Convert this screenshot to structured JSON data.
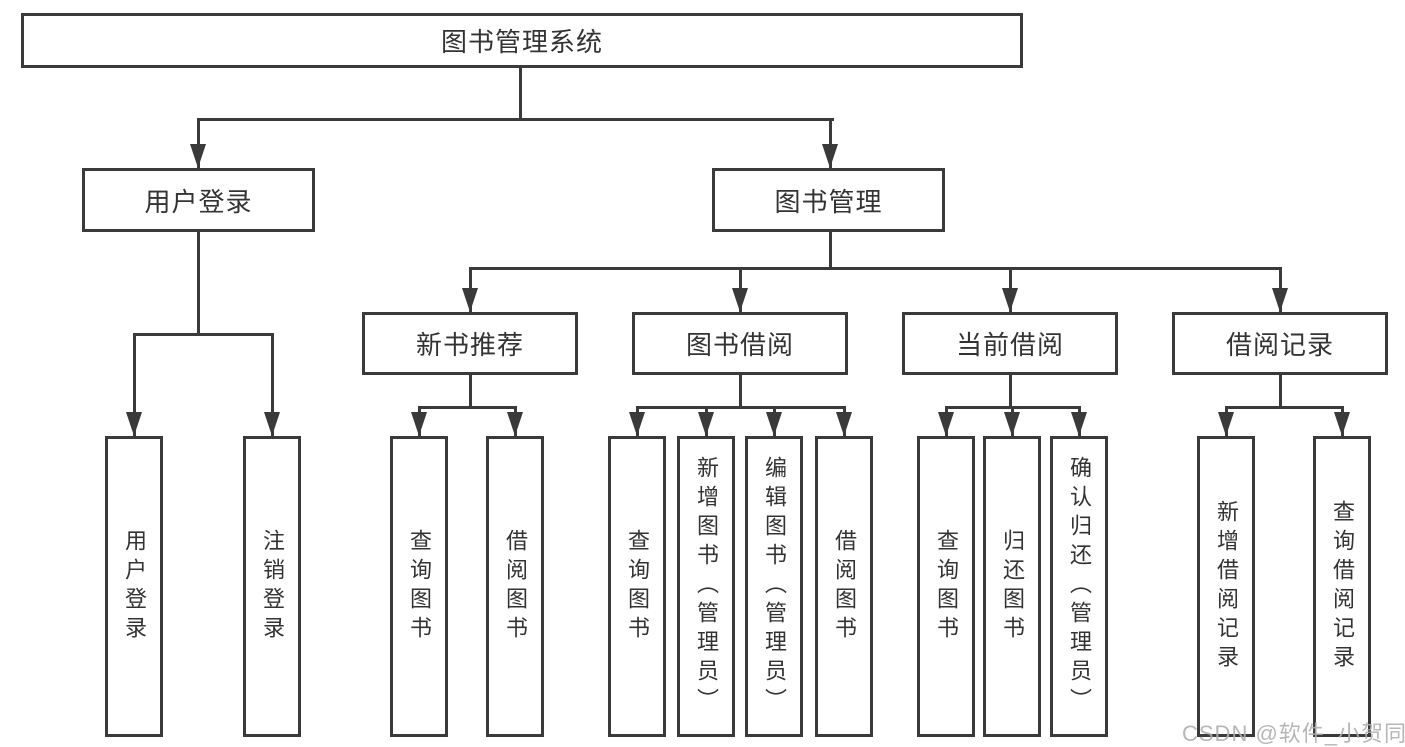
{
  "colors": {
    "line": "#3a3a3a",
    "text": "#333333",
    "background": "#ffffff",
    "watermark": "#afafaf"
  },
  "watermark": {
    "text": "CSDN @软件_小贺同学"
  },
  "tree": {
    "label": "图书管理系统",
    "children": [
      {
        "label": "用户登录",
        "children": [
          {
            "label": "用户登录"
          },
          {
            "label": "注销登录"
          }
        ]
      },
      {
        "label": "图书管理",
        "children": [
          {
            "label": "新书推荐",
            "children": [
              {
                "label": "查询图书"
              },
              {
                "label": "借阅图书"
              }
            ]
          },
          {
            "label": "图书借阅",
            "children": [
              {
                "label": "查询图书"
              },
              {
                "label": "新增图书（管理员）"
              },
              {
                "label": "编辑图书（管理员）"
              },
              {
                "label": "借阅图书"
              }
            ]
          },
          {
            "label": "当前借阅",
            "children": [
              {
                "label": "查询图书"
              },
              {
                "label": "归还图书"
              },
              {
                "label": "确认归还（管理员）"
              }
            ]
          },
          {
            "label": "借阅记录",
            "children": [
              {
                "label": "新增借阅记录"
              },
              {
                "label": "查询借阅记录"
              }
            ]
          }
        ]
      }
    ]
  }
}
